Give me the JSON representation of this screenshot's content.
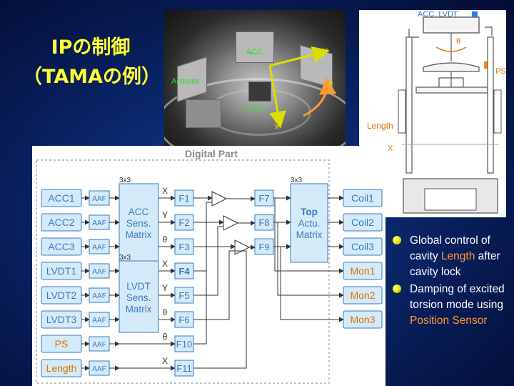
{
  "slide": {
    "title_line1": "IPの制御",
    "title_line2": "（TAMAの例）"
  },
  "photo": {
    "labels": {
      "acc": "ACC",
      "y": "Y",
      "actuator": "Actuator",
      "theta": "θ",
      "lvdt": "LVDT",
      "x": "X"
    }
  },
  "schematic": {
    "labels": {
      "acc_lvdt": "ACC, LVDT",
      "theta": "θ",
      "ps": "PS",
      "length": "Length",
      "x": "X"
    }
  },
  "diagram": {
    "title": "Digital Part",
    "matrix_dims": [
      "3x3",
      "3x3",
      "3x3"
    ],
    "inputs": [
      "ACC1",
      "ACC2",
      "ACC3",
      "LVDT1",
      "LVDT2",
      "LVDT3",
      "PS",
      "Length"
    ],
    "aaf": "AAF",
    "acc_matrix": [
      "ACC",
      "Sens.",
      "Matrix"
    ],
    "lvdt_matrix": [
      "LVDT",
      "Sens.",
      "Matrix"
    ],
    "top_matrix": [
      "Top",
      "Actu.",
      "Matrix"
    ],
    "filters_a": [
      "F1",
      "F2",
      "F3",
      "F4",
      "F5",
      "F6",
      "F10",
      "F11"
    ],
    "dof_labels": [
      "X",
      "Y",
      "θ",
      "X",
      "Y",
      "θ",
      "θ",
      "X"
    ],
    "filters_b": [
      "F7",
      "F8",
      "F9"
    ],
    "outputs": [
      "Coil1",
      "Coil2",
      "Coil3",
      "Mon1",
      "Mon2",
      "Mon3"
    ]
  },
  "bullets": [
    {
      "pre": "Global control of cavity ",
      "hl": "Length",
      "post": " after cavity lock"
    },
    {
      "pre": "Damping of excited torsion mode using ",
      "hl": "Position Sensor",
      "post": ""
    }
  ],
  "colors": {
    "title": "#ffff33",
    "highlight": "#ff9933",
    "diagram_box_fill": "#d4eaf8",
    "diagram_box_stroke": "#3a78c2",
    "diagram_text": "#3a78c2",
    "mon_text": "#e07000"
  }
}
